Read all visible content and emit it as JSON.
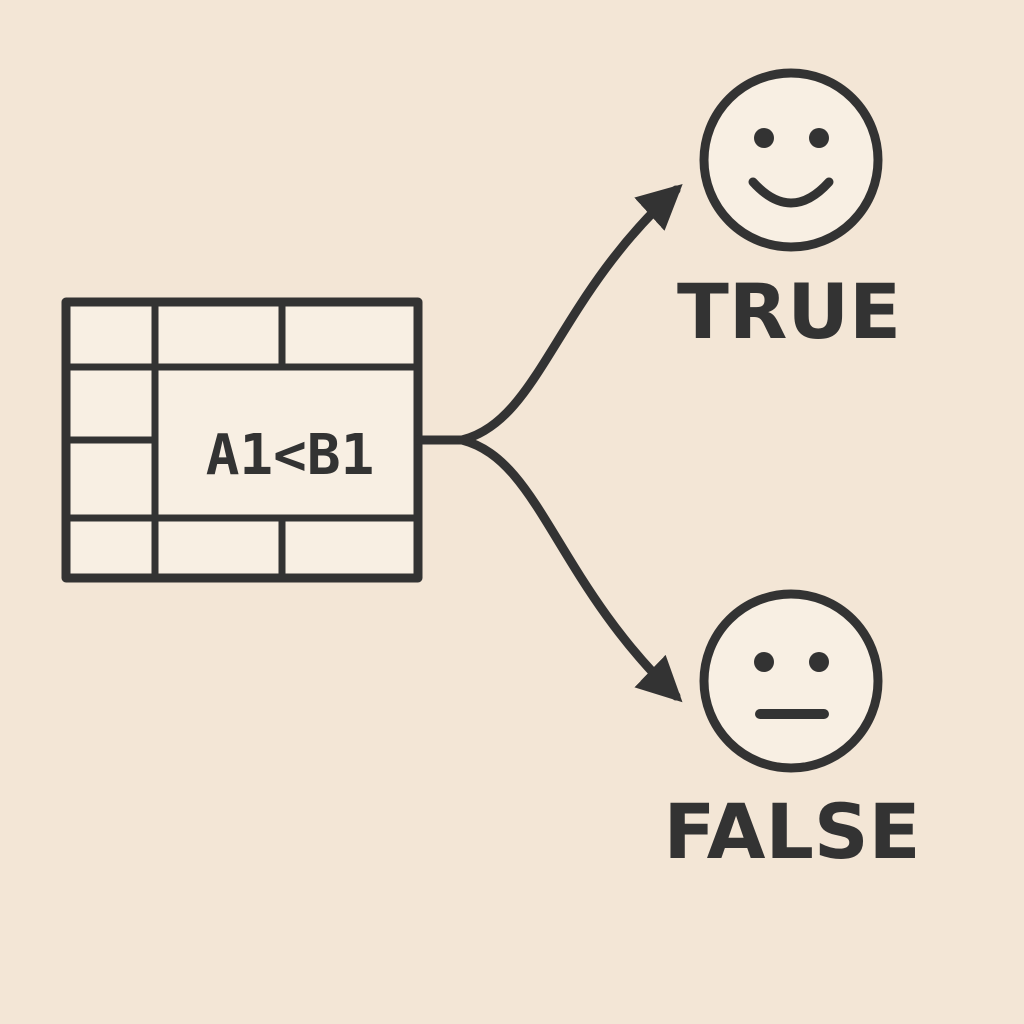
{
  "colors": {
    "background": "#f3e6d6",
    "stroke": "#333333",
    "cell_fill": "#f8efe3"
  },
  "spreadsheet": {
    "formula": "A1<B1"
  },
  "true_branch": {
    "label": "TRUE",
    "icon": "happy-face-icon"
  },
  "false_branch": {
    "label": "FALSE",
    "icon": "neutral-face-icon"
  }
}
